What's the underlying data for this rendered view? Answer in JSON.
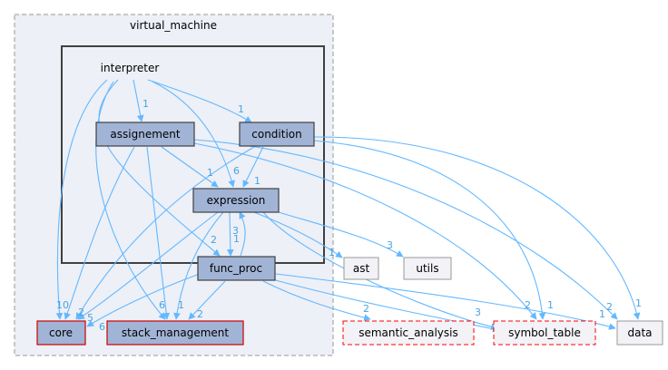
{
  "clusters": {
    "outer": "virtual_machine",
    "inner": "interpreter"
  },
  "nodes": {
    "assignement": "assignement",
    "condition": "condition",
    "expression": "expression",
    "func_proc": "func_proc",
    "core": "core",
    "stack_management": "stack_management",
    "ast": "ast",
    "utils": "utils",
    "semantic_analysis": "semantic_analysis",
    "symbol_table": "symbol_table",
    "data": "data"
  },
  "edge_labels": {
    "interp_assign": "1",
    "interp_cond": "1",
    "interp_expr": "6",
    "interp_funcproc": "2",
    "assign_expr": "1",
    "cond_expr": "1",
    "expr_funcproc": "1",
    "funcproc_expr": "3",
    "core_total": "10",
    "core_2": "2",
    "core_5": "5",
    "core_6": "6",
    "stack_6": "6",
    "stack_1": "1",
    "stack_2": "2",
    "ast": "1",
    "utils": "3",
    "semantic": "2",
    "symbol_2": "2",
    "symbol_3": "3",
    "symbol_1": "1",
    "data_2": "2",
    "data_1a": "1",
    "data_1b": "1"
  },
  "colors": {
    "edge": "#63b8ff",
    "edge_label": "#4aa3df",
    "node_fill": "#a2b4d6",
    "node_stroke": "#404040",
    "outer_fill": "#edf0f7",
    "outer_stroke": "#999999",
    "ext_fill": "#f2f2f7",
    "ext_stroke": "#999999",
    "dashed_stroke": "#ff0000",
    "red_stroke": "#cc0000"
  }
}
